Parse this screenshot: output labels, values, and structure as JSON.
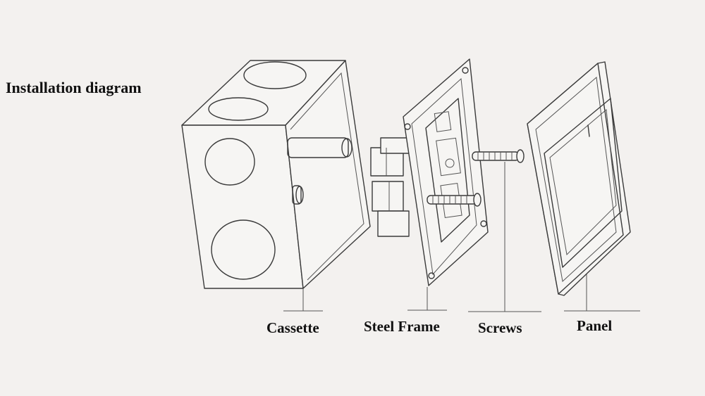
{
  "title": "Installation diagram",
  "labels": {
    "cassette": "Cassette",
    "steel_frame": "Steel Frame",
    "screws": "Screws",
    "panel": "Panel"
  }
}
